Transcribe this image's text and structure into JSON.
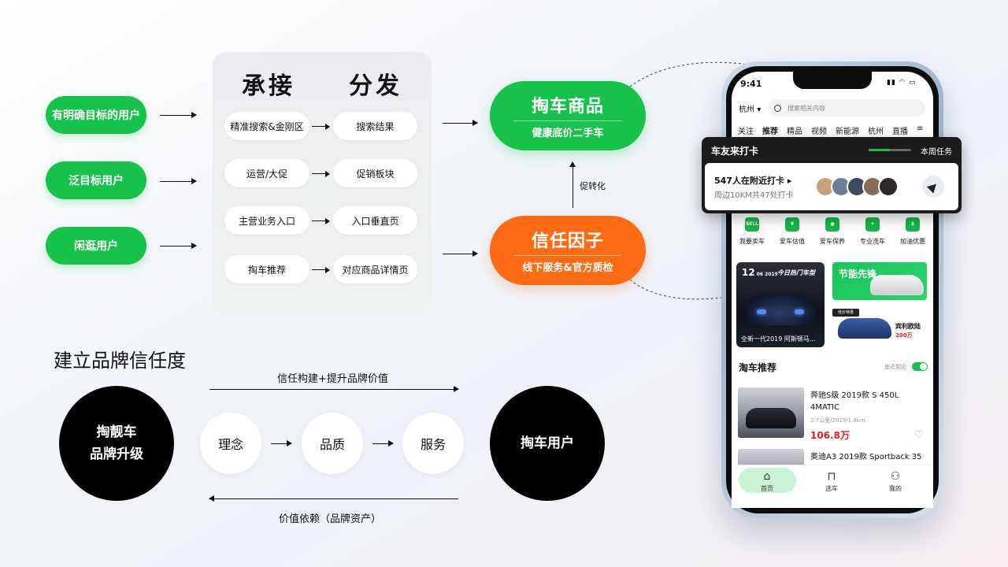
{
  "users": [
    "有明确目标的用户",
    "泛目标用户",
    "闲逛用户"
  ],
  "panel": {
    "head_left": "承接",
    "head_right": "分发",
    "rows": [
      {
        "left": "精准搜索&金刚区",
        "right": "搜索结果"
      },
      {
        "left": "运营/大促",
        "right": "促销板块"
      },
      {
        "left": "主营业务入口",
        "right": "入口垂直页"
      },
      {
        "left": "掏车推荐",
        "right": "对应商品详情页"
      }
    ]
  },
  "product": {
    "title": "掏车商品",
    "subtitle": "健康底价二手车"
  },
  "trust": {
    "title": "信任因子",
    "subtitle": "线下服务&官方质检"
  },
  "promote_label": "促转化",
  "brand": {
    "section_title": "建立品牌信任度",
    "left_circle": [
      "掏靓车",
      "品牌升级"
    ],
    "steps": [
      "理念",
      "品质",
      "服务"
    ],
    "right_circle": "掏车用户",
    "top_caption": "信任构建+提升品牌价值",
    "bottom_caption": "价值依赖（品牌资产）"
  },
  "phone": {
    "time": "9:41",
    "city": "杭州",
    "search_placeholder": "搜索相关内容",
    "tabs": [
      "关注",
      "推荐",
      "精品",
      "视频",
      "新能源",
      "杭州",
      "直播"
    ],
    "active_tab": "推荐",
    "popup": {
      "title": "车友来打卡",
      "weekly": "本周任务",
      "progress": 0.5,
      "count": "547人在附近打卡",
      "sub": "周边10KM共47处打卡"
    },
    "services": [
      {
        "icon": "SELL",
        "label": "我要卖车"
      },
      {
        "icon": "¥",
        "label": "爱车估值"
      },
      {
        "icon": "●",
        "label": "爱车保养"
      },
      {
        "icon": "✦",
        "label": "专业洗车"
      },
      {
        "icon": "$",
        "label": "加油优惠"
      }
    ],
    "hot_card": {
      "day": "12",
      "month_year": "06 2019",
      "title": "今日热门车型",
      "caption": "全新一代2019 阿斯顿马..."
    },
    "green_card": "节能先锋",
    "blue_card": {
      "tag": "低价特惠",
      "name": "宾利欧陆",
      "price": "290万"
    },
    "rec_title": "淘车推荐",
    "rec_filter": "由近到远",
    "listing1": {
      "name": "奔驰S级 2019款 S 450L 4MATIC",
      "meta": "2.7公里/2019/1.8km",
      "price": "106.8万"
    },
    "listing2": {
      "name": "奥迪A3 2019款 Sportback 35"
    },
    "tabbar": [
      {
        "icon": "⌂",
        "label": "首页"
      },
      {
        "icon": "⊓",
        "label": "选车"
      },
      {
        "icon": "⚇",
        "label": "我的"
      }
    ]
  }
}
